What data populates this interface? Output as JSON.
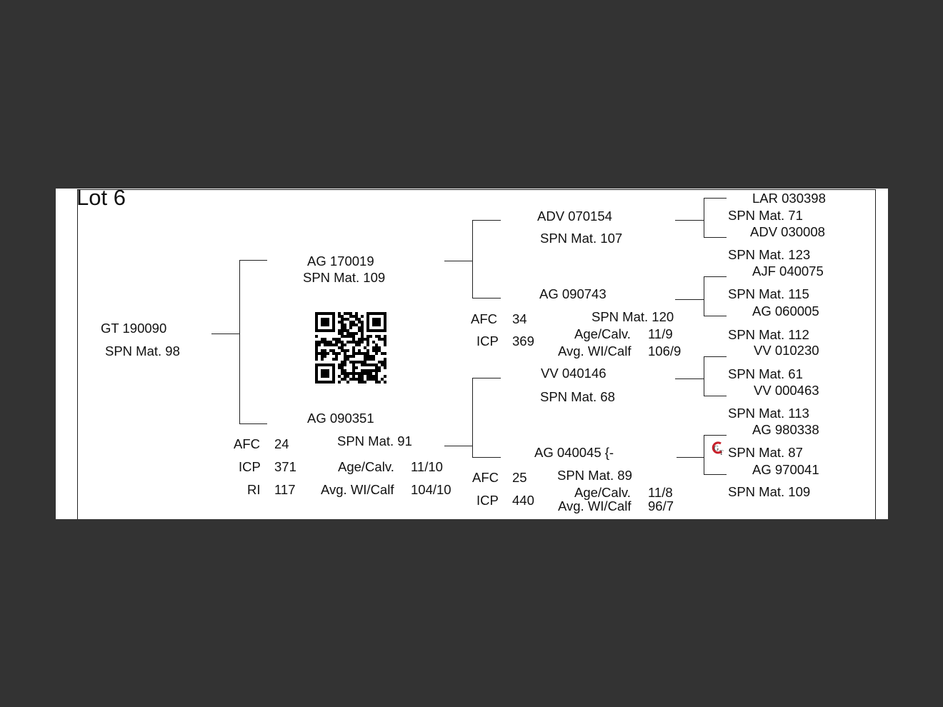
{
  "title": "Lot 6",
  "animal": {
    "id": "GT  190090",
    "spn": "SPN Mat. 98"
  },
  "sire": {
    "id": "AG  170019",
    "spn": "SPN Mat. 109"
  },
  "dam": {
    "id": "AG  090351",
    "spn": "SPN Mat. 91",
    "stats": {
      "afc_label": "AFC",
      "afc": "24",
      "icp_label": "ICP",
      "icp": "371",
      "ri_label": "RI",
      "ri": "117",
      "age_label": "Age/Calv.",
      "age": "11/10",
      "wi_label": "Avg. WI/Calf",
      "wi": "104/10"
    }
  },
  "ss": {
    "id": "ADV 070154",
    "spn": "SPN Mat. 107"
  },
  "sd": {
    "id": "AG  090743",
    "spn": "SPN Mat. 120",
    "stats": {
      "afc_label": "AFC",
      "afc": "34",
      "icp_label": "ICP",
      "icp": "369",
      "age_label": "Age/Calv.",
      "age": "11/9",
      "wi_label": "Avg. WI/Calf",
      "wi": "106/9"
    }
  },
  "ds": {
    "id": "VV  040146",
    "spn": "SPN Mat. 68"
  },
  "dd": {
    "id": "AG  040045   {-",
    "spn": "SPN Mat. 89",
    "stats": {
      "afc_label": "AFC",
      "afc": "25",
      "icp_label": "ICP",
      "icp": "440",
      "age_label": "Age/Calv.",
      "age": "11/8",
      "wi_label": "Avg. WI/Calf",
      "wi": "96/7"
    }
  },
  "gen3": [
    {
      "id": "LAR 030398",
      "spn": "SPN Mat. 71"
    },
    {
      "id": "ADV 030008",
      "spn": "SPN Mat. 123"
    },
    {
      "id": "AJF 040075",
      "spn": "SPN Mat. 115"
    },
    {
      "id": "AG  060005",
      "spn": "SPN Mat. 112"
    },
    {
      "id": "VV  010230",
      "spn": "SPN Mat. 61"
    },
    {
      "id": "VV  000463",
      "spn": "SPN Mat. 113"
    },
    {
      "id": "AG  980338",
      "spn": "SPN Mat. 87"
    },
    {
      "id": "AG  970041",
      "spn": "SPN Mat. 109"
    }
  ],
  "logo_text": "GT",
  "colors": {
    "background": "#333333",
    "paper": "#ffffff",
    "logo": "#c8202a"
  }
}
